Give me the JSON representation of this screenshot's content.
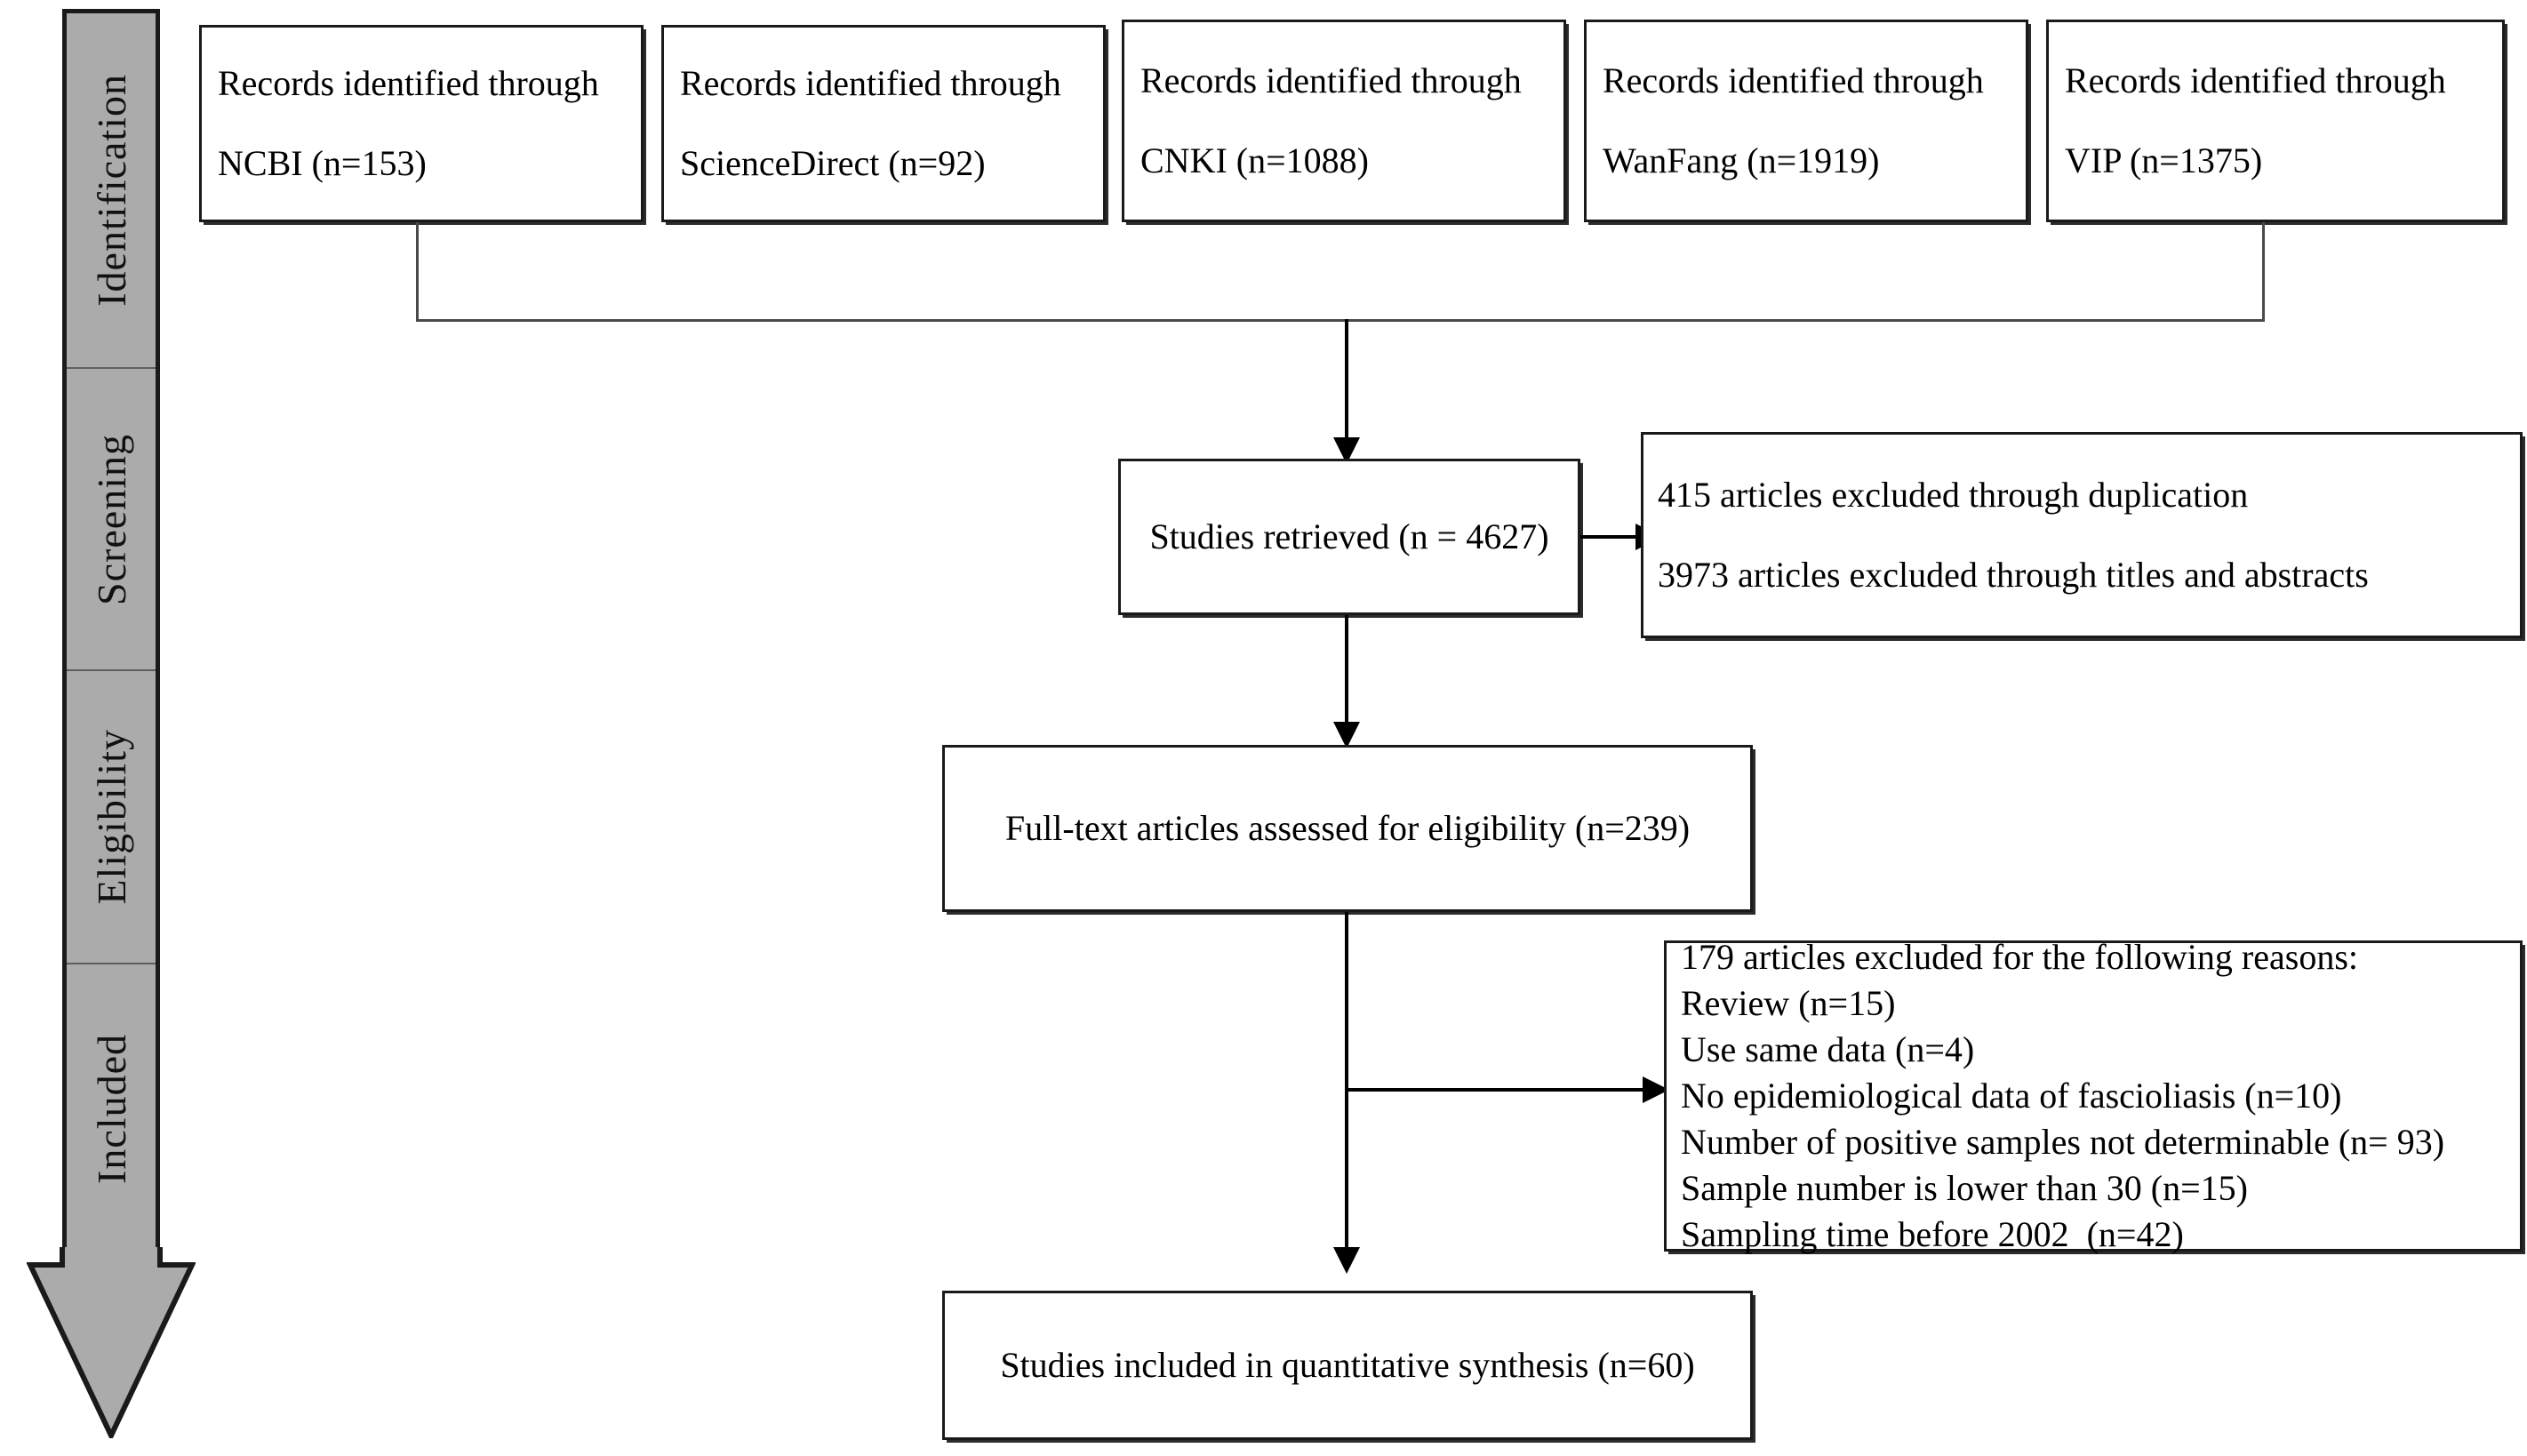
{
  "figure": {
    "type": "prisma-flow-diagram",
    "title": "PRISMA study selection flow diagram"
  },
  "stages": [
    {
      "label": "Identification"
    },
    {
      "label": "Screening"
    },
    {
      "label": "Eligibility"
    },
    {
      "label": "Included"
    }
  ],
  "sources": [
    {
      "line1": "Records identified through",
      "line2": "NCBI (n=153)"
    },
    {
      "line1": "Records identified through",
      "line2": "ScienceDirect (n=92)"
    },
    {
      "line1": "Records identified through",
      "line2": "CNKI (n=1088)"
    },
    {
      "line1": "Records identified through",
      "line2": "WanFang (n=1919)"
    },
    {
      "line1": "Records identified through",
      "line2": "VIP (n=1375)"
    }
  ],
  "screening": {
    "retrieved": "Studies retrieved (n = 4627)",
    "excluded_lines": [
      "415 articles excluded through duplication",
      "3973 articles excluded through titles and abstracts"
    ]
  },
  "eligibility": {
    "assessed": "Full-text articles assessed for eligibility (n=239)",
    "excluded_lines": [
      "179 articles excluded for the following reasons:",
      "Review (n=15)",
      "Use same data (n=4)",
      "No epidemiological data of fascioliasis (n=10)",
      "Number of positive samples not determinable (n= 93)",
      "Sample number is lower than 30 (n=15)",
      "Sampling time before 2002  (n=42)"
    ]
  },
  "included": {
    "final": "Studies included in quantitative synthesis (n=60)"
  },
  "colors": {
    "stage_fill": "#ababab",
    "stroke": "#1a1a1a",
    "connector": "#000000",
    "background": "#ffffff"
  }
}
